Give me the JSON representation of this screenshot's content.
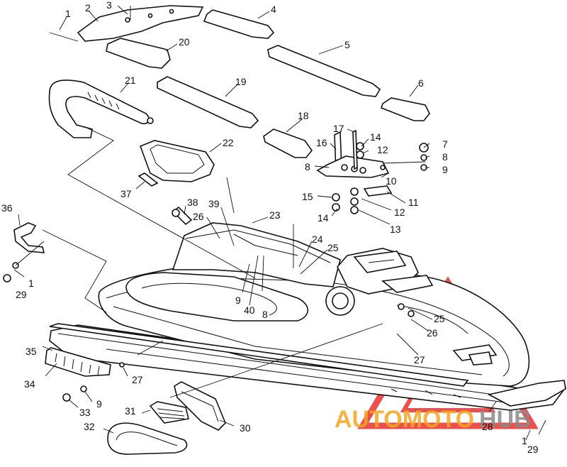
{
  "callouts": [
    "1",
    "2",
    "3",
    "4",
    "5",
    "6",
    "7",
    "8",
    "9",
    "10",
    "11",
    "12",
    "13",
    "14",
    "15",
    "16",
    "17",
    "18",
    "19",
    "20",
    "21",
    "22",
    "23",
    "24",
    "25",
    "26",
    "27",
    "28",
    "29",
    "30",
    "31",
    "32",
    "33",
    "34",
    "35",
    "36",
    "37",
    "38",
    "39",
    "40"
  ],
  "watermark": {
    "text_orange": "AUTOMOTO",
    "text_gray": "HUB",
    "color_red": "#e8322d",
    "color_orange": "#f5a623",
    "color_gray": "#8a8a8a"
  }
}
